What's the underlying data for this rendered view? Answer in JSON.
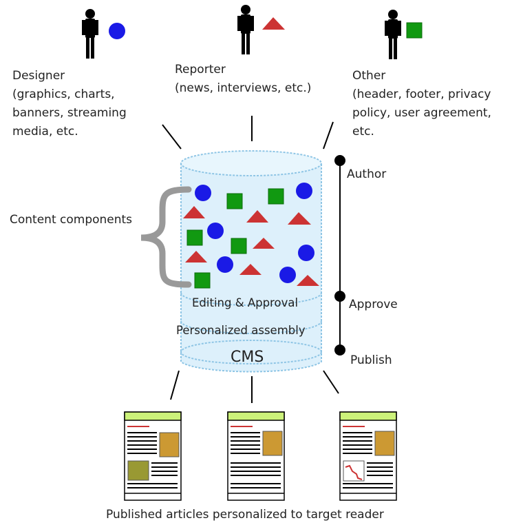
{
  "roles": [
    {
      "title": "Designer",
      "detail_lines": [
        "(graphics, charts,",
        "banners, streaming",
        "media, etc."
      ],
      "symbol": "blue-circle"
    },
    {
      "title": "Reporter",
      "detail_lines": [
        "(news, interviews, etc.)"
      ],
      "symbol": "red-triangle"
    },
    {
      "title": "Other",
      "detail_lines": [
        "(header, footer, privacy",
        "policy, user agreement,",
        "etc."
      ],
      "symbol": "green-square"
    }
  ],
  "content_components_label": "Content components",
  "cylinder": {
    "editing_label": "Editing & Approval",
    "assembly_label": "Personalized assembly",
    "cms_label": "CMS"
  },
  "workflow": {
    "author_label": "Author",
    "approve_label": "Approve",
    "publish_label": "Publish"
  },
  "caption": "Published articles personalized to target reader",
  "colors": {
    "circle": "#1a1ae6",
    "triangle": "#cc3333",
    "square": "#119911",
    "cylinder_fill": "#ddf0fb",
    "cylinder_stroke": "#8ec5e5",
    "brace": "#999999",
    "article_header": "#ccf27a",
    "article_image": "#cc9933",
    "article_image_dark": "#999933"
  }
}
